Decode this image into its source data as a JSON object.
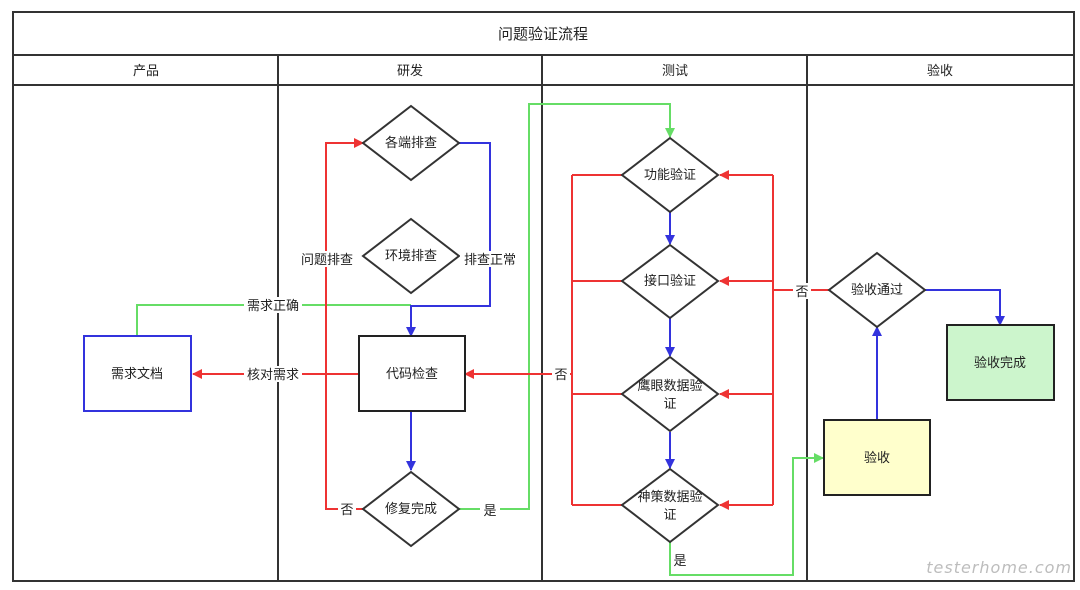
{
  "title": "问题验证流程",
  "lanes": [
    {
      "id": "product",
      "label": "产品"
    },
    {
      "id": "dev",
      "label": "研发"
    },
    {
      "id": "test",
      "label": "测试"
    },
    {
      "id": "accept",
      "label": "验收"
    }
  ],
  "nodes": {
    "req_doc": {
      "label": "需求文档",
      "shape": "rect",
      "fill": "#ffffff",
      "stroke": "#3333dd"
    },
    "code_check": {
      "label": "代码检查",
      "shape": "rect",
      "fill": "#ffffff",
      "stroke": "#222222"
    },
    "each_end": {
      "label": "各端排查",
      "shape": "diamond"
    },
    "env_check": {
      "label": "环境排查",
      "shape": "diamond"
    },
    "fix_done": {
      "label": "修复完成",
      "shape": "diamond"
    },
    "func_verify": {
      "label": "功能验证",
      "shape": "diamond"
    },
    "api_verify": {
      "label": "接口验证",
      "shape": "diamond"
    },
    "eagle_verify": {
      "label1": "鹰眼数据验",
      "label2": "证",
      "shape": "diamond"
    },
    "shence_verify": {
      "label1": "神策数据验",
      "label2": "证",
      "shape": "diamond"
    },
    "accept_pass": {
      "label": "验收通过",
      "shape": "diamond"
    },
    "accept_box": {
      "label": "验收",
      "shape": "rect",
      "fill": "#ffffcc",
      "stroke": "#222222"
    },
    "accept_done": {
      "label": "验收完成",
      "shape": "rect",
      "fill": "#ccf5cc",
      "stroke": "#222222"
    }
  },
  "edge_labels": {
    "req_correct": "需求正确",
    "verify_req": "核对需求",
    "issue_check": "问题排查",
    "check_normal": "排查正常",
    "no_fix": "否",
    "yes_fix": "是",
    "no_test": "否",
    "no_accept": "否",
    "yes_shence": "是"
  },
  "colors": {
    "red": "#ee3333",
    "blue": "#3333dd",
    "green": "#66dd66",
    "border": "#333333"
  },
  "watermark": "testerhome.com"
}
